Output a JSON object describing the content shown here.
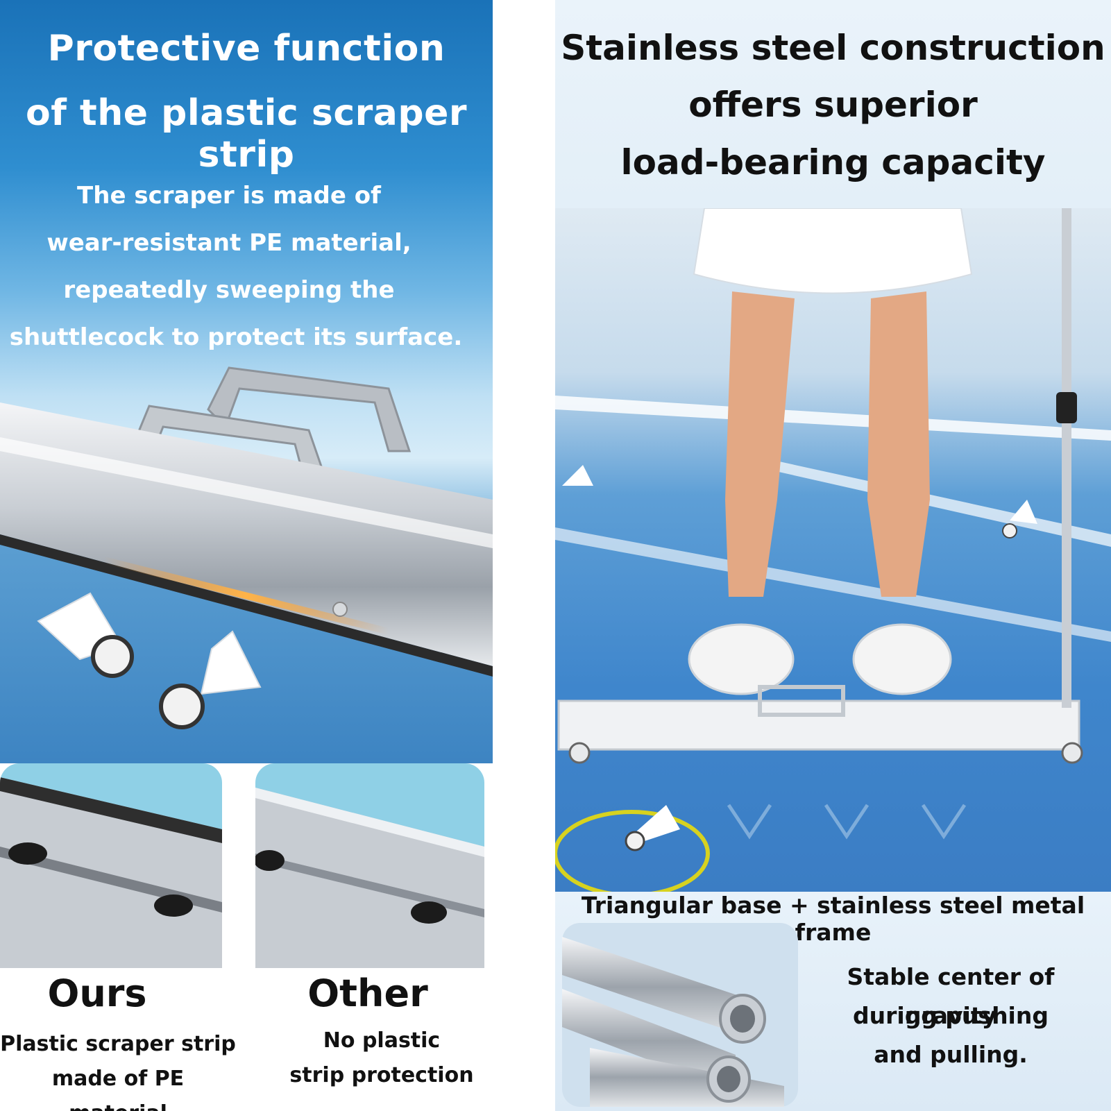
{
  "left": {
    "title_line1": "Protective function",
    "title_line2": "of the plastic scraper strip",
    "body_line1": "The scraper is made of",
    "body_line2": "wear-resistant PE material,",
    "body_line3": "repeatedly sweeping the",
    "body_line4": "shuttlecock to protect its surface."
  },
  "comparison": {
    "ours_title": "Ours",
    "ours_line1": "Plastic scraper strip",
    "ours_line2": "made of PE material",
    "other_title": "Other",
    "other_line1": "No plastic",
    "other_line2": "strip protection"
  },
  "right": {
    "title_line1": "Stainless steel construction",
    "title_line2": "offers superior",
    "title_line3": "load-bearing capacity",
    "base_title": "Triangular base + stainless steel metal frame",
    "stable_line1": "Stable center of gravity",
    "stable_line2": "during pushing",
    "stable_line3": "and pulling."
  },
  "colors": {
    "title_blue": "#1a72b8",
    "court_blue": "#3f86cc",
    "steel": "#c9ced4"
  }
}
